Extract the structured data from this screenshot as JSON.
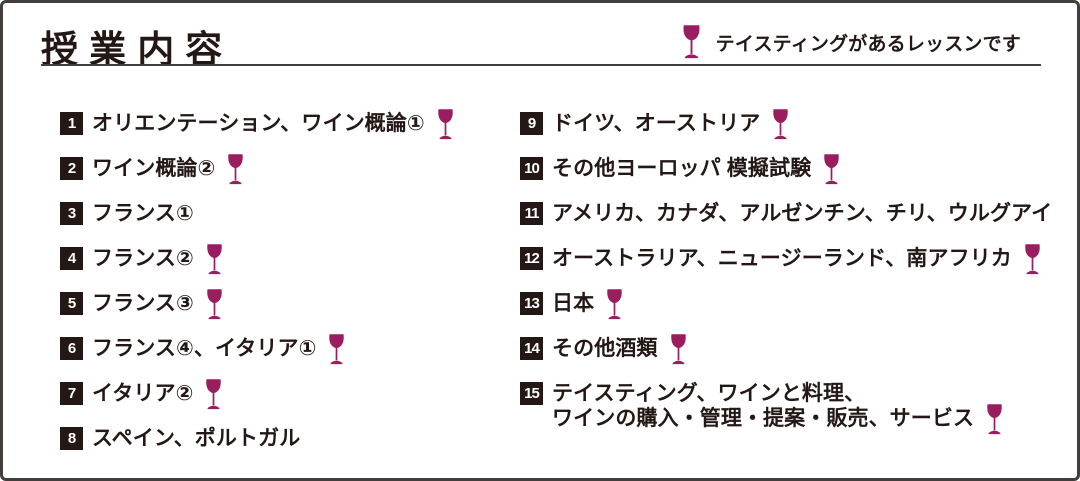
{
  "title": "授業内容",
  "legend": {
    "label": "テイスティングがあるレッスンです"
  },
  "colors": {
    "wine": "#9a1d60",
    "ink": "#231815",
    "line": "#433d3b"
  },
  "lessons": {
    "left": [
      {
        "num": "1",
        "text": "オリエンテーション、ワイン概論①",
        "tasting": true
      },
      {
        "num": "2",
        "text": "ワイン概論②",
        "tasting": true
      },
      {
        "num": "3",
        "text": "フランス①",
        "tasting": false
      },
      {
        "num": "4",
        "text": "フランス②",
        "tasting": true
      },
      {
        "num": "5",
        "text": "フランス③",
        "tasting": true
      },
      {
        "num": "6",
        "text": "フランス④、イタリア①",
        "tasting": true
      },
      {
        "num": "7",
        "text": "イタリア②",
        "tasting": true
      },
      {
        "num": "8",
        "text": "スペイン、ポルトガル",
        "tasting": false
      }
    ],
    "right": [
      {
        "num": "9",
        "text": "ドイツ、オーストリア",
        "tasting": true
      },
      {
        "num": "10",
        "text": "その他ヨーロッパ 模擬試験",
        "tasting": true
      },
      {
        "num": "11",
        "text": "アメリカ、カナダ、アルゼンチン、チリ、ウルグアイ",
        "tasting": false
      },
      {
        "num": "12",
        "text": "オーストラリア、ニュージーランド、南アフリカ",
        "tasting": true
      },
      {
        "num": "13",
        "text": "日本",
        "tasting": true
      },
      {
        "num": "14",
        "text": "その他酒類",
        "tasting": true
      },
      {
        "num": "15",
        "text": "テイスティング、ワインと料理、",
        "text2": "ワインの購入・管理・提案・販売、サービス",
        "tasting": true
      }
    ]
  }
}
